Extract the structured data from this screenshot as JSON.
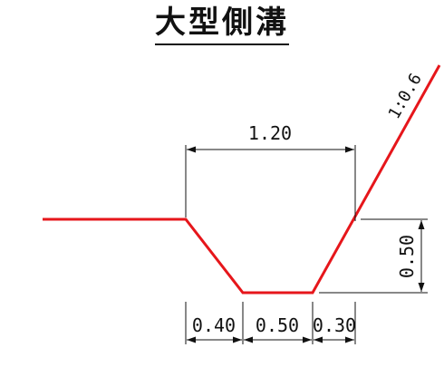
{
  "title": "大型側溝",
  "dimensions": {
    "top_width": "1.20",
    "left_bottom": "0.40",
    "bottom_width": "0.50",
    "right_bottom": "0.30",
    "depth": "0.50",
    "slope": "1:0.6"
  },
  "colors": {
    "profile": "#e6161b",
    "dimension": "#111111"
  }
}
